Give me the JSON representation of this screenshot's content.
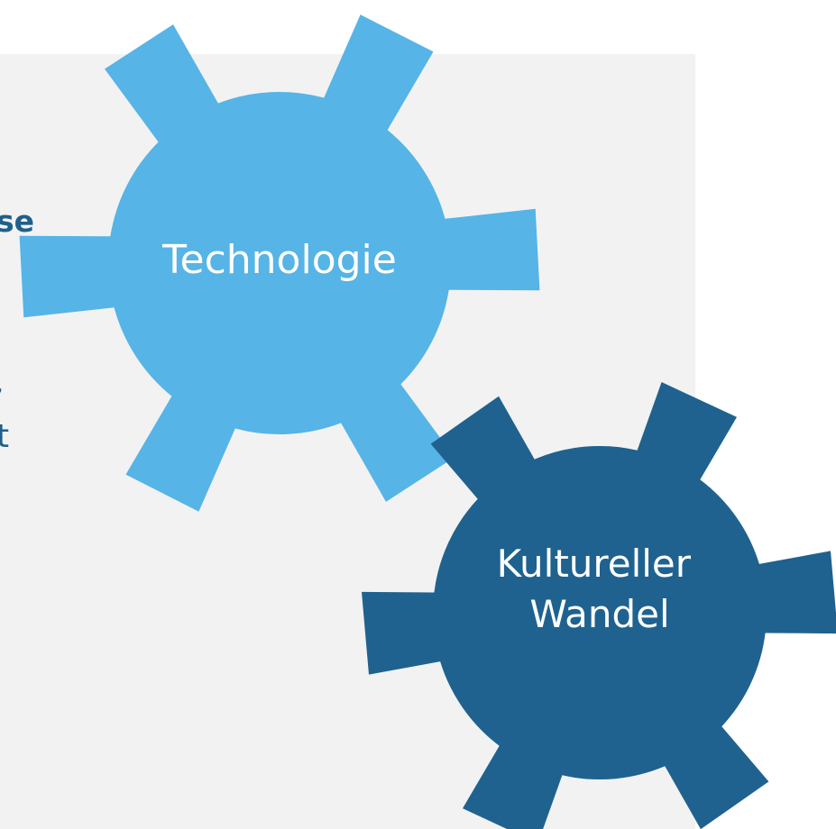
{
  "panel": {
    "heading_fragment": "se",
    "line_fragment_1": ",",
    "line_fragment_2": "t"
  },
  "gears": [
    {
      "label_lines": [
        "Technologie"
      ],
      "color": "#56b4e6"
    },
    {
      "label_lines": [
        "Kultureller",
        "Wandel"
      ],
      "color": "#1f628f"
    }
  ],
  "colors": {
    "background": "#ffffff",
    "panel": "#f2f2f2",
    "text": "#1f5f8b"
  }
}
